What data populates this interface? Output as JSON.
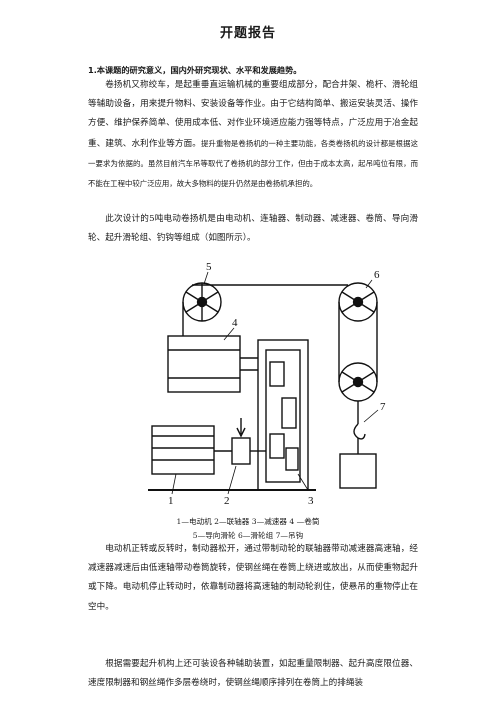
{
  "doc": {
    "title": "开题报告",
    "heading": "1.本课题的研究意义，国内外研究现状、水平和发展趋势。",
    "paragraph1": "卷扬机又称绞车，是起重垂直运输机械的重要组成部分，配合井架、桅杆、滑轮组等辅助设备，用来提升物料、安装设备等作业。由于它结构简单、搬运安装灵活、操作方便、维护保养简单、使用成本低、对作业环境适应能力强等特点，广泛应用于冶金起重、建筑、水利作业等方面。",
    "paragraph1b": "提升重物是卷扬机的一种主要功能，各类卷扬机的设计都是根据这一要求为依据的。虽然目前汽车吊等取代了卷扬机的部分工作，但由于成本太高，起吊吨位有限，而不能在工程中较广泛应用，故大多物料的提升仍然是由卷扬机承担的。",
    "paragraph2": "此次设计的5吨电动卷扬机是由电动机、连轴器、制动器、减速器、卷筒、导向滑轮、起升滑轮组、钓钩等组成（如图所示）。",
    "paragraph3": "电动机正转或反转时，制动器松开，通过带制动轮的联轴器带动减速器高速轴，经减速器减速后由低速轴带动卷筒旋转，使钢丝绳在卷筒上绕进或放出，从而使重物起升或下降。电动机停止转动时，依靠制动器将高速轴的制动轮刹住，使悬吊的重物停止在空中。",
    "paragraph4": "根据需要起升机构上还可装设各种辅助装置，如起重量限制器、起升高度限位器、速度限制器和钢丝绳作多层卷绕时，使钢丝绳顺序排列在卷筒上的排绳装"
  },
  "figure": {
    "labels": [
      "1",
      "2",
      "3",
      "4",
      "5",
      "6",
      "7"
    ],
    "caption_line1": "1—电动机  2—联轴器    3—减速器    4  —卷筒",
    "caption_line2": "5—导向滑轮    6—滑轮组    7—吊钩"
  }
}
